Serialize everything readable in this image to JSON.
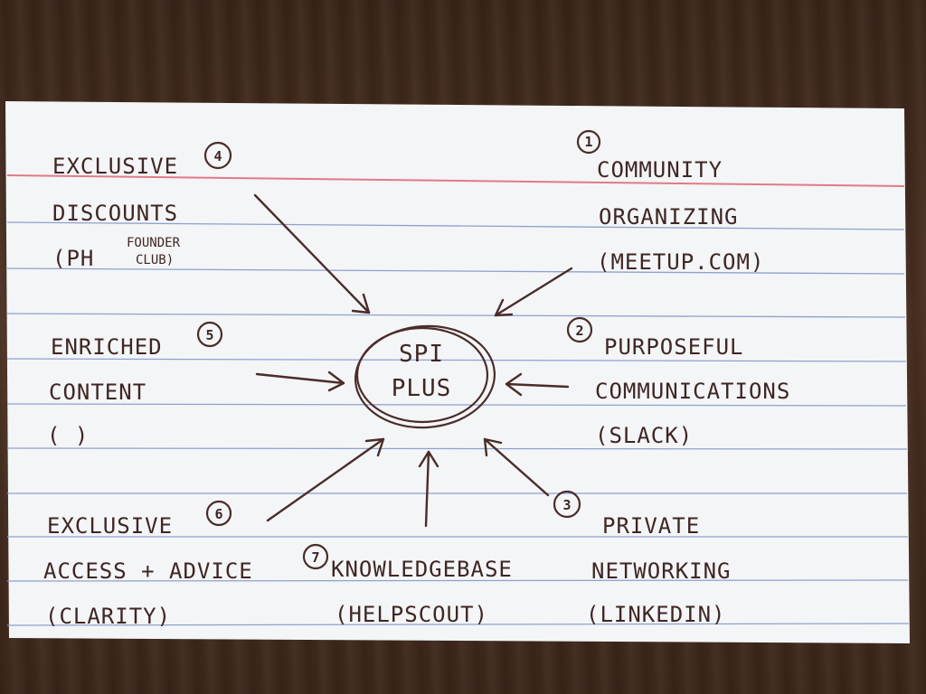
{
  "center": {
    "line1": "SPI",
    "line2": "PLUS"
  },
  "items": [
    {
      "number": "1",
      "lines": [
        "COMMUNITY",
        "ORGANIZING",
        "(MEETUP.COM)"
      ]
    },
    {
      "number": "2",
      "lines": [
        "PURPOSEFUL",
        "COMMUNICATIONS",
        "(SLACK)"
      ]
    },
    {
      "number": "3",
      "lines": [
        "PRIVATE",
        "NETWORKING",
        "(LINKEDIN)"
      ]
    },
    {
      "number": "4",
      "lines": [
        "EXCLUSIVE",
        "DISCOUNTS",
        "(PH"
      ],
      "note": [
        "FOUNDER",
        "CLUB)"
      ]
    },
    {
      "number": "5",
      "lines": [
        "ENRICHED",
        "CONTENT",
        "(                )"
      ]
    },
    {
      "number": "6",
      "lines": [
        "EXCLUSIVE",
        "ACCESS + ADVICE",
        "(CLARITY)"
      ]
    },
    {
      "number": "7",
      "lines": [
        "KNOWLEDGEBASE",
        "(HELPSCOUT)"
      ]
    }
  ]
}
